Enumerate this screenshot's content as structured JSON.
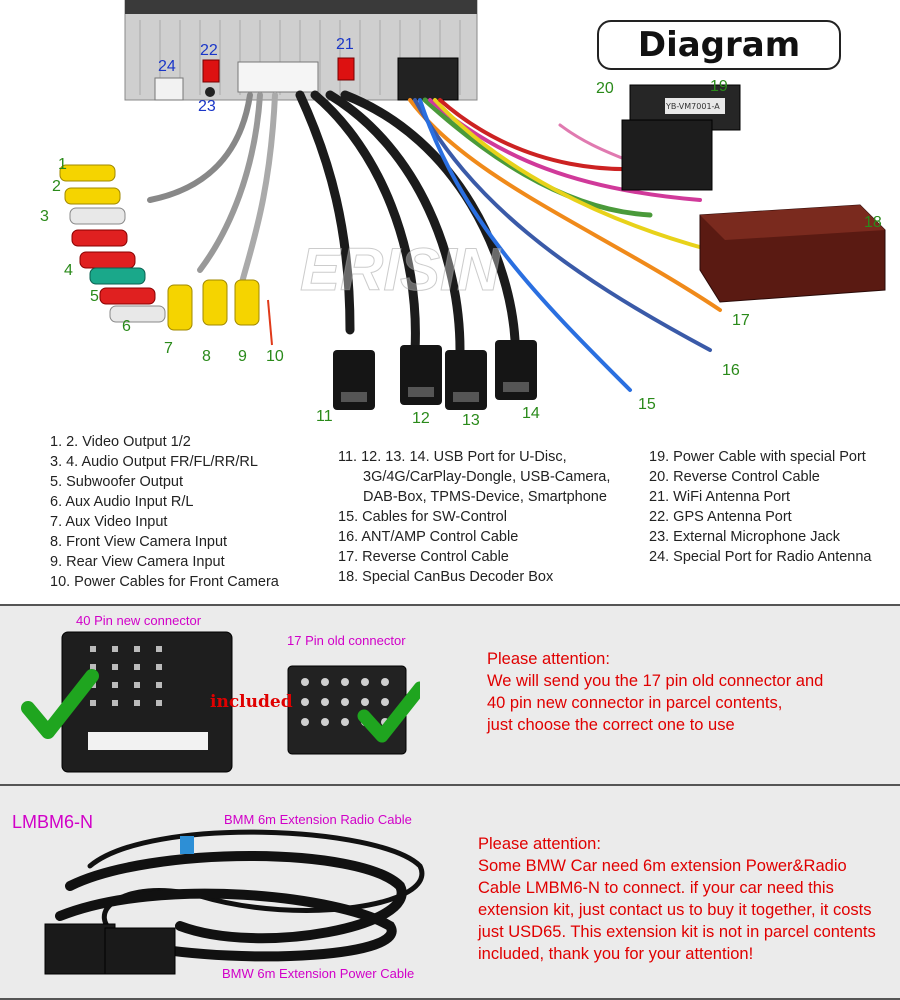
{
  "title": "Diagram",
  "watermark": "ERISIN",
  "callouts": {
    "c1": "1",
    "c2": "2",
    "c3": "3",
    "c4": "4",
    "c5": "5",
    "c6": "6",
    "c7": "7",
    "c8": "8",
    "c9": "9",
    "c10": "10",
    "c11": "11",
    "c12": "12",
    "c13": "13",
    "c14": "14",
    "c15": "15",
    "c16": "16",
    "c17": "17",
    "c18": "18",
    "c19": "19",
    "c20": "20",
    "c21": "21",
    "c22": "22",
    "c23": "23",
    "c24": "24"
  },
  "decoder_label": "YB-VM7001-A",
  "legend": {
    "col1": [
      "1. 2. Video Output 1/2",
      "3. 4. Audio Output FR/FL/RR/RL",
      "5. Subwoofer Output",
      "6. Aux Audio Input R/L",
      "7. Aux Video Input",
      "8. Front View Camera Input",
      "9. Rear View Camera Input",
      "10. Power Cables for Front Camera"
    ],
    "col2": [
      "11. 12. 13. 14. USB Port for U-Disc,",
      "3G/4G/CarPlay-Dongle, USB-Camera,",
      "DAB-Box, TPMS-Device, Smartphone",
      "15. Cables for SW-Control",
      "16. ANT/AMP Control Cable",
      "17. Reverse Control Cable",
      "18. Special CanBus Decoder Box"
    ],
    "col3": [
      "19. Power Cable with special Port",
      "20. Reverse Control Cable",
      "21. WiFi Antenna Port",
      "22. GPS Antenna Port",
      "23. External Microphone Jack",
      "24. Special Port for Radio Antenna"
    ]
  },
  "connector_panel": {
    "label_40pin": "40 Pin new connector",
    "label_17pin": "17 Pin old connector",
    "included": "included",
    "notice": [
      "Please attention:",
      "We will send you the 17 pin old connector and",
      "40 pin new connector in parcel contents,",
      "just choose the correct one to use"
    ]
  },
  "extension_panel": {
    "model": "LMBM6-N",
    "radio_cable": "BMM 6m Extension Radio Cable",
    "power_cable": "BMW 6m Extension Power Cable",
    "notice": [
      "Please attention:",
      "Some BMW Car need 6m extension Power&Radio",
      "Cable LMBM6-N to connect. if your car need this",
      "extension kit, just contact us to buy it together, it costs",
      "just USD65. This extension kit is not in parcel contents",
      "included, thank you for your attention!"
    ]
  },
  "colors": {
    "callout_green": "#2a8a1a",
    "callout_blue": "#1a36c8",
    "notice_red": "#e00000",
    "label_magenta": "#d100c8",
    "check_green": "#1fa51f"
  }
}
